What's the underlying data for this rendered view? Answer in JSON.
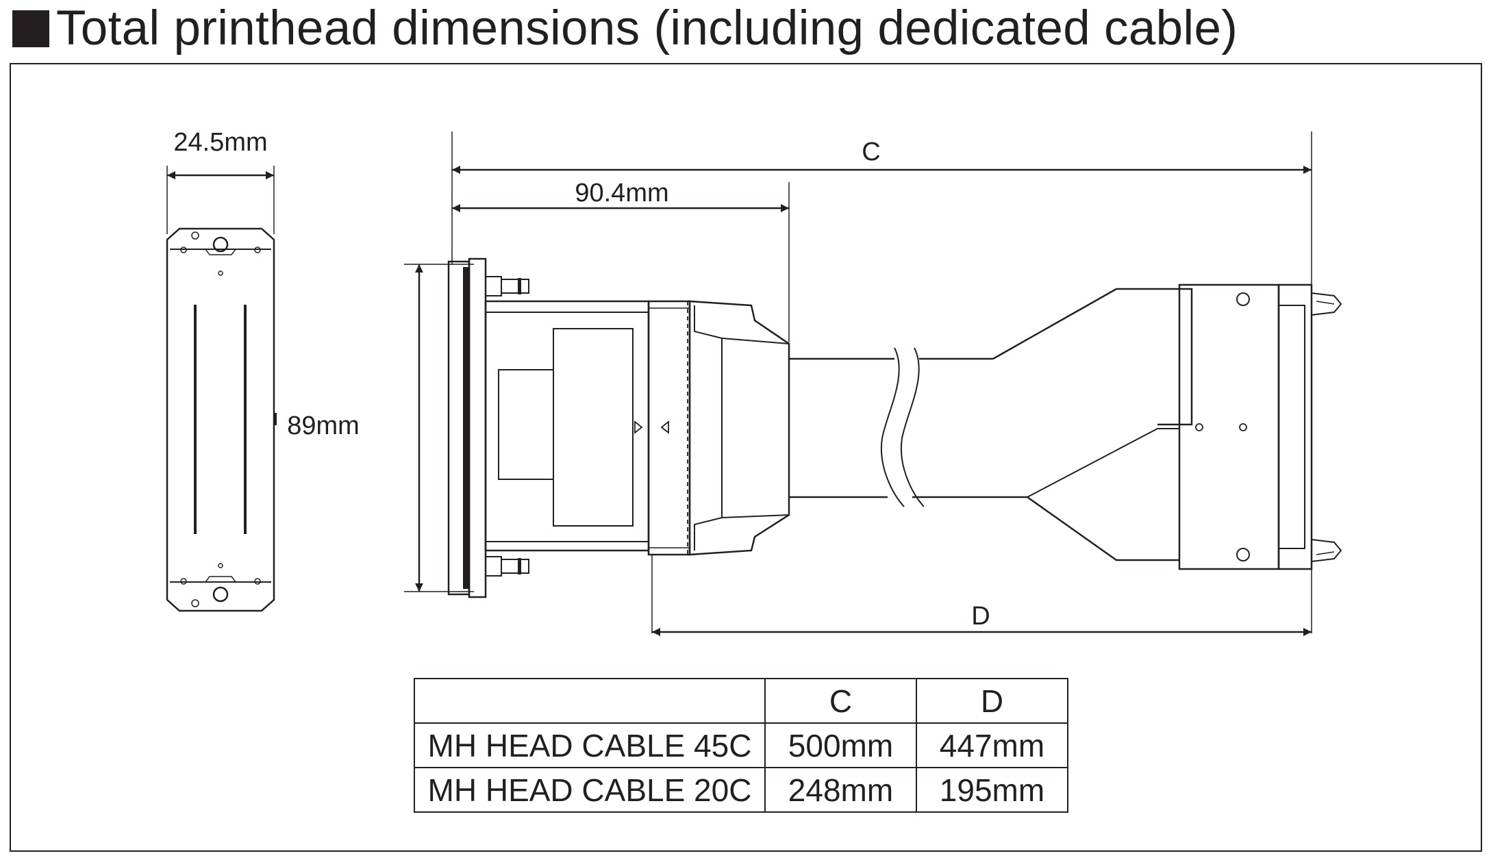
{
  "heading": {
    "title": "Total printhead dimensions (including dedicated cable)"
  },
  "dimensions": {
    "width_side": "24.5mm",
    "height": "89mm",
    "head_length": "90.4mm",
    "total_label": "C",
    "cable_label": "D"
  },
  "table": {
    "header": [
      "",
      "C",
      "D"
    ],
    "rows": [
      [
        "MH HEAD CABLE 45C",
        "500mm",
        "447mm"
      ],
      [
        "MH HEAD CABLE 20C",
        "248mm",
        "195mm"
      ]
    ]
  }
}
